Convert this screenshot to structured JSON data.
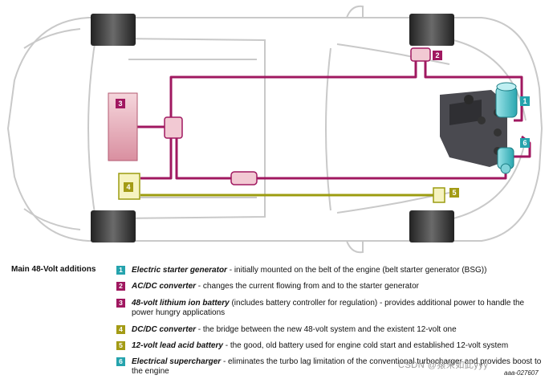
{
  "colors": {
    "line_48v": "#a01860",
    "line_12v": "#9c9c10",
    "car_outline": "#c9c9c9",
    "tire": "#3a3a3a",
    "badge_magenta": "#a01860",
    "badge_teal": "#25a3ad",
    "badge_olive": "#a39b15",
    "battery_fill": "#eec4cc",
    "engine": "#4a4a50"
  },
  "components": [
    {
      "num": "1",
      "color": "#25a3ad"
    },
    {
      "num": "2",
      "color": "#a01860"
    },
    {
      "num": "3",
      "color": "#a01860"
    },
    {
      "num": "4",
      "color": "#a39b15"
    },
    {
      "num": "5",
      "color": "#a39b15"
    },
    {
      "num": "6",
      "color": "#25a3ad"
    }
  ],
  "legend": {
    "title": "Main 48-Volt additions",
    "items": [
      {
        "num": "1",
        "color": "#25a3ad",
        "term": "Electric starter generator",
        "desc": " - initially mounted on the belt of the engine (belt starter generator (BSG))"
      },
      {
        "num": "2",
        "color": "#a01860",
        "term": "AC/DC converter",
        "desc": " - changes the current flowing from and to the starter generator"
      },
      {
        "num": "3",
        "color": "#a01860",
        "term": "48-volt lithium ion battery",
        "desc": " (includes battery controller for regulation) - provides additional power to handle the power hungry applications"
      },
      {
        "num": "4",
        "color": "#a39b15",
        "term": "DC/DC converter",
        "desc": " - the bridge between the new 48-volt system and the existent 12-volt one"
      },
      {
        "num": "5",
        "color": "#a39b15",
        "term": "12-volt lead acid battery",
        "desc": " - the good, old battery used for engine cold start and established 12-volt system"
      },
      {
        "num": "6",
        "color": "#25a3ad",
        "term": "Electrical supercharger",
        "desc": " - eliminates the turbo lag limitation of the conventional turbocharger and provides boost to the engine"
      }
    ]
  },
  "watermark": "CSDN @猿来如此yyy",
  "figure_id": "aaa-027607"
}
